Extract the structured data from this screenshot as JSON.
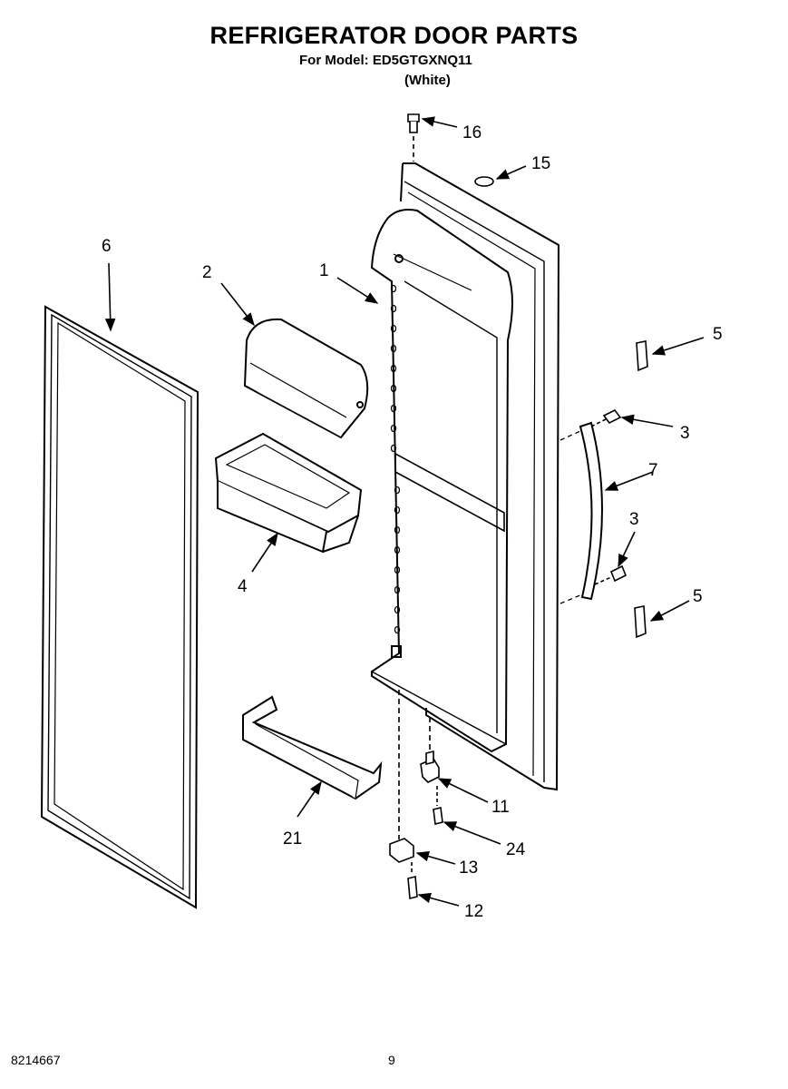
{
  "header": {
    "title": "REFRIGERATOR DOOR PARTS",
    "model_line": "For Model: ED5GTGXNQ11",
    "color_line": "(White)"
  },
  "callouts": {
    "c1": "1",
    "c2": "2",
    "c3a": "3",
    "c3b": "3",
    "c4": "4",
    "c5a": "5",
    "c5b": "5",
    "c6": "6",
    "c7": "7",
    "c11": "11",
    "c12": "12",
    "c13": "13",
    "c15": "15",
    "c16": "16",
    "c21": "21",
    "c24": "24"
  },
  "footer": {
    "doc_number": "8214667",
    "page_number": "9"
  }
}
